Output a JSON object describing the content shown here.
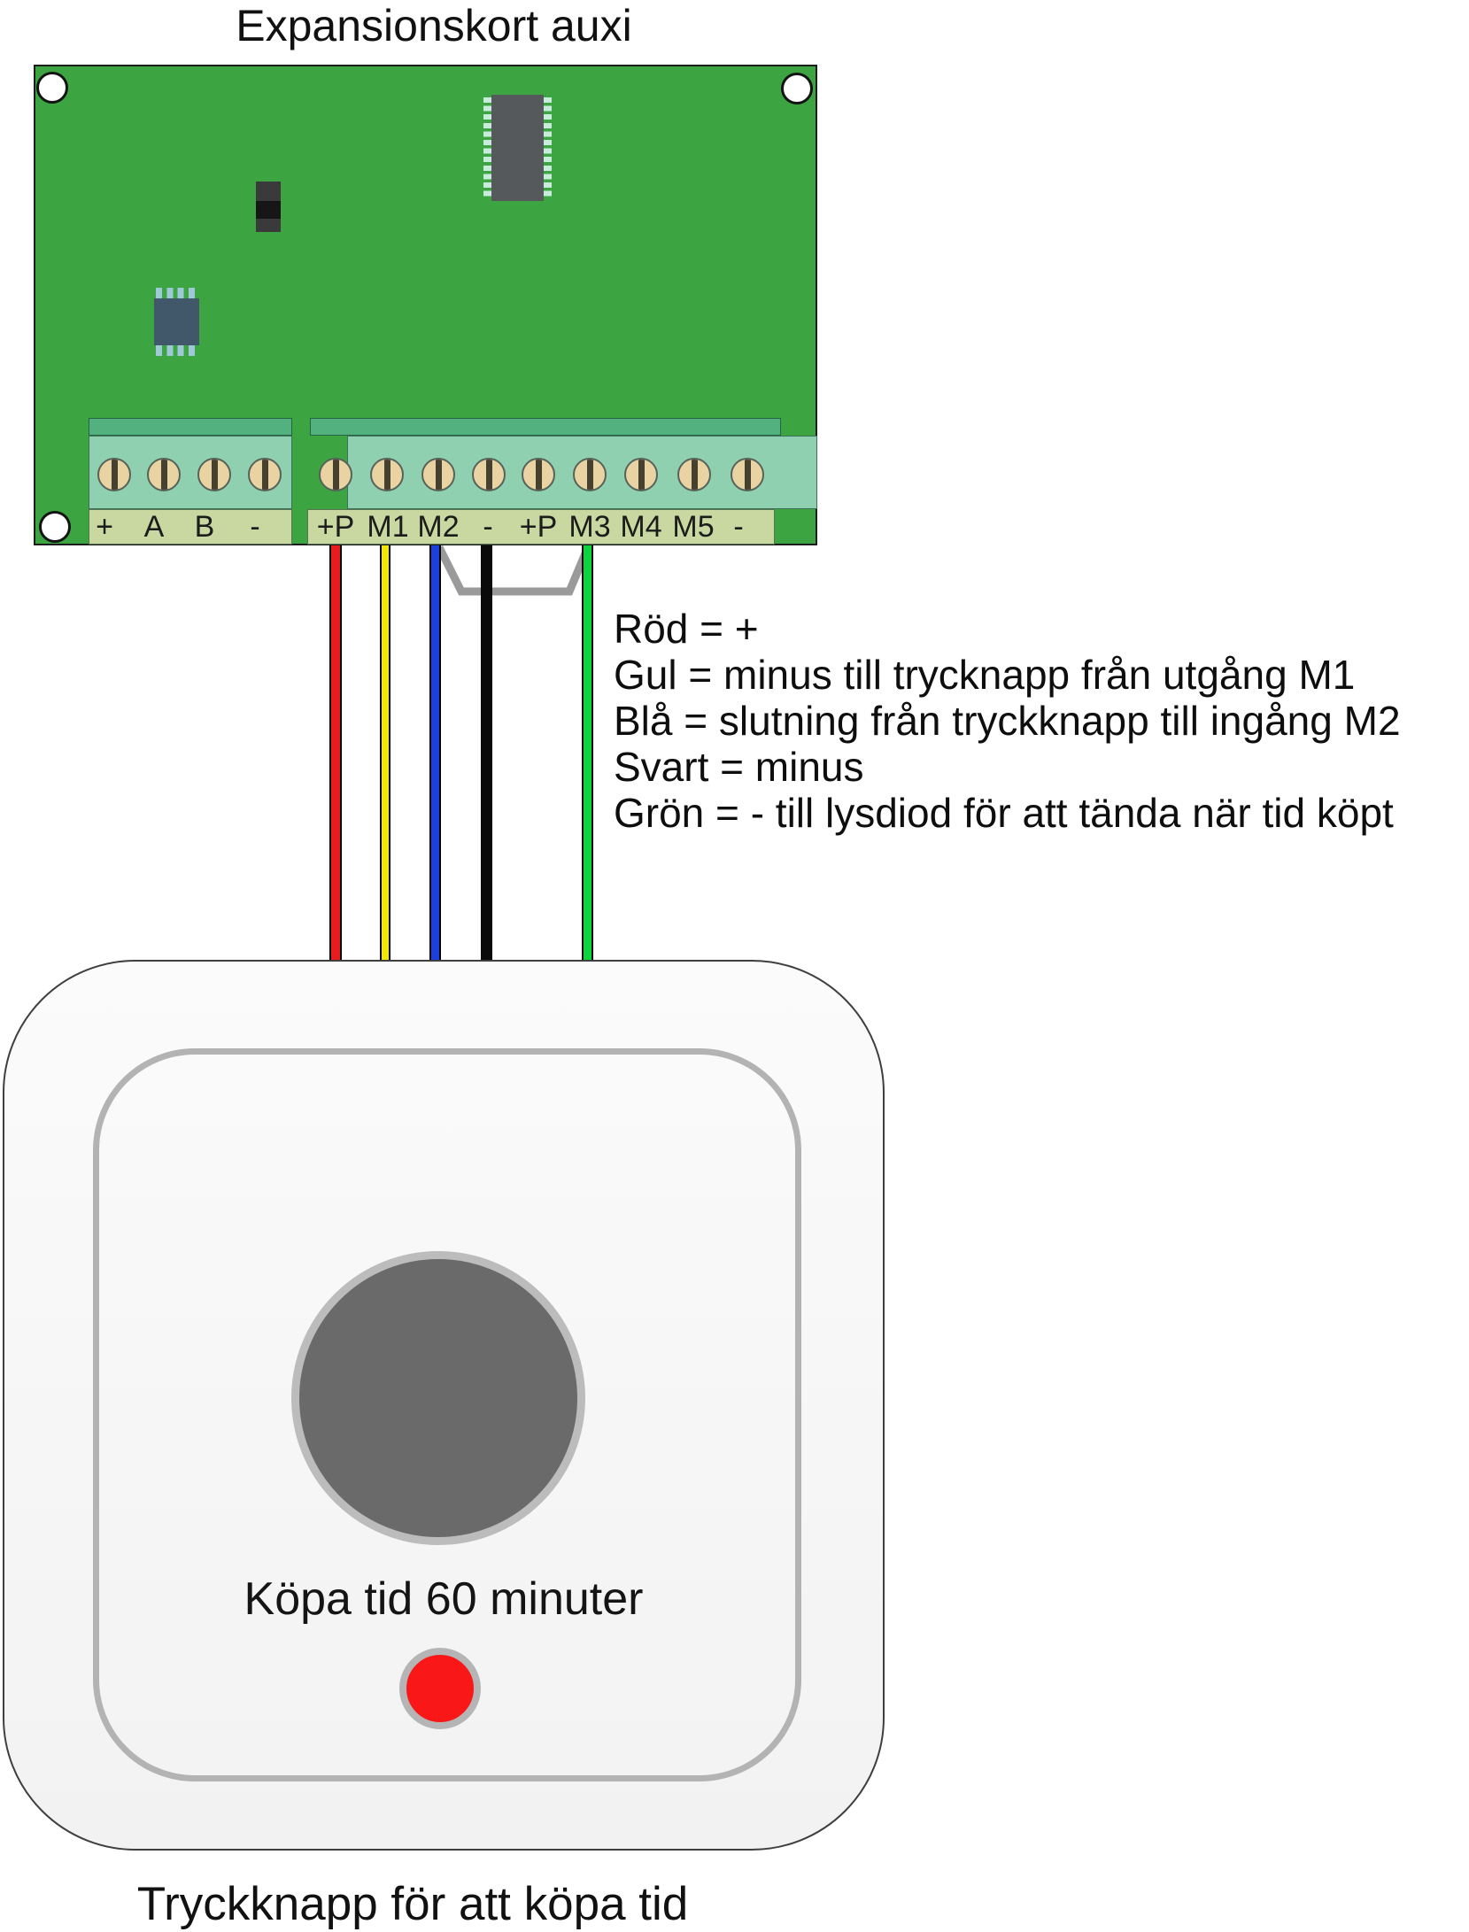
{
  "title": "Expansionskort auxi",
  "board": {
    "left_terminal_labels": [
      "+",
      "A",
      "B",
      "-"
    ],
    "right_terminal_labels": [
      "+P",
      "M1",
      "M2",
      "-",
      "+P",
      "M3",
      "M4",
      "M5",
      "-"
    ]
  },
  "legend_lines": [
    "Röd = +",
    "Gul = minus till trycknapp från utgång M1",
    "Blå = slutning från tryckknapp till ingång M2",
    "Svart = minus",
    "Grön = - till lysdiod för att tända när tid köpt"
  ],
  "wires": [
    {
      "name": "Röd",
      "color": "#e81c1c"
    },
    {
      "name": "Gul",
      "color": "#f2e600"
    },
    {
      "name": "Blå",
      "color": "#1e3fe0"
    },
    {
      "name": "Svart",
      "color": "#0a0a0a"
    },
    {
      "name": "Grön",
      "color": "#0bd53c"
    }
  ],
  "button_device": {
    "label": "Köpa tid 60 minuter",
    "button_face_color": "#6a6a6a",
    "led_color": "#fa1717"
  },
  "caption": "Tryckknapp för att köpa tid",
  "colors": {
    "pcb_green": "#3ca441",
    "terminal_bar": "#53b07f",
    "terminal_body": "#8fd0b1",
    "terminal_label_strip": "#c8d8a0",
    "screw": "#e9d3a2",
    "bracket_gray": "#9a9a9a"
  }
}
